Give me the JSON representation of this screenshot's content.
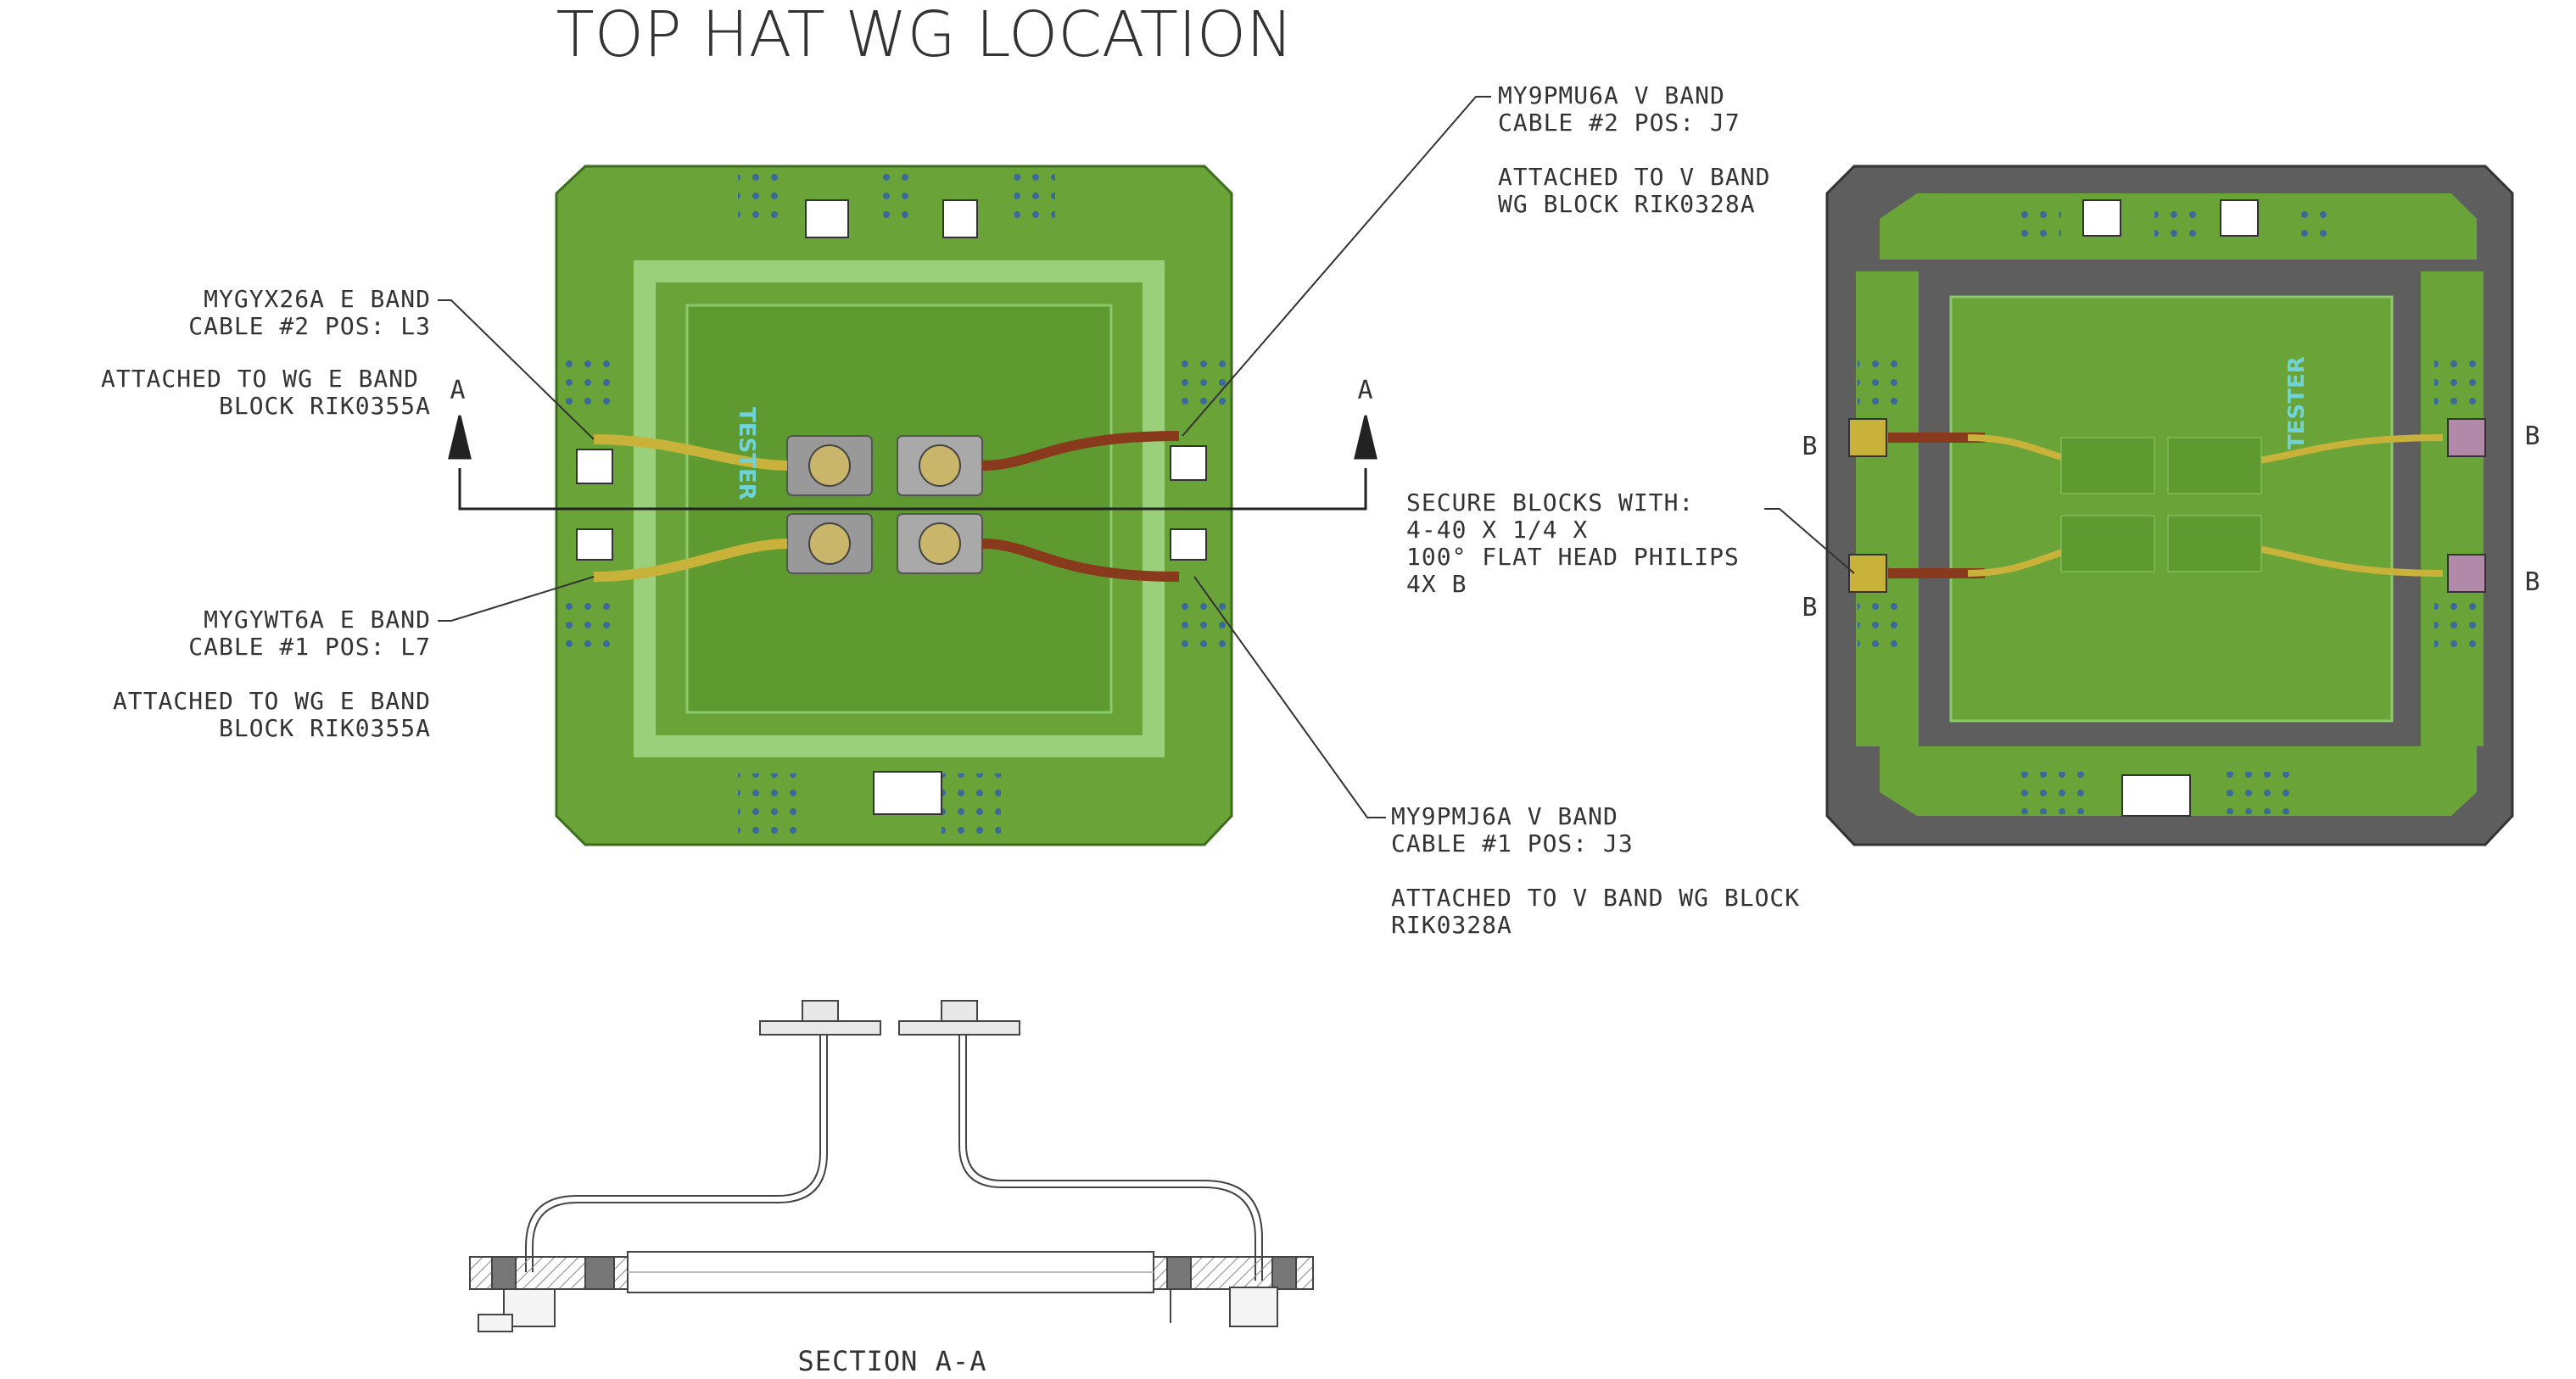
{
  "title": "TOP HAT WG LOCATION",
  "section_label": "SECTION A-A",
  "section_marker": "A",
  "detail_marker": "B",
  "board_tester_label": "TESTER",
  "callouts": {
    "e_band_2": {
      "line1": "MYGYX26A E BAND",
      "line2": "CABLE #2 POS: L3",
      "line3": "ATTACHED TO WG E BAND",
      "line4": "BLOCK RIK0355A"
    },
    "e_band_1": {
      "line1": "MYGYWT6A E BAND",
      "line2": "CABLE #1 POS: L7",
      "line3": "ATTACHED TO WG E BAND",
      "line4": "BLOCK RIK0355A"
    },
    "v_band_2": {
      "line1": "MY9PMU6A V BAND",
      "line2": "CABLE #2 POS: J7",
      "line3": "ATTACHED TO V BAND",
      "line4": "WG BLOCK RIK0328A"
    },
    "v_band_1": {
      "line1": "MY9PMJ6A V BAND",
      "line2": "CABLE #1 POS: J3",
      "line3": "ATTACHED TO V BAND WG BLOCK",
      "line4": "RIK0328A"
    },
    "secure": {
      "line1": "SECURE BLOCKS WITH:",
      "line2": "4-40 X 1/4 X",
      "line3": "100° FLAT HEAD PHILIPS",
      "line4": "4X B"
    }
  },
  "colors": {
    "pcb_green": "#6aa338",
    "pcb_dark": "#4f8a2a",
    "frame_gray": "#5a5a5a",
    "cable_gold": "#c8b23a",
    "cable_brown": "#8a3a1c",
    "pad_cyan": "#6fd3d8",
    "leader": "#333333"
  }
}
